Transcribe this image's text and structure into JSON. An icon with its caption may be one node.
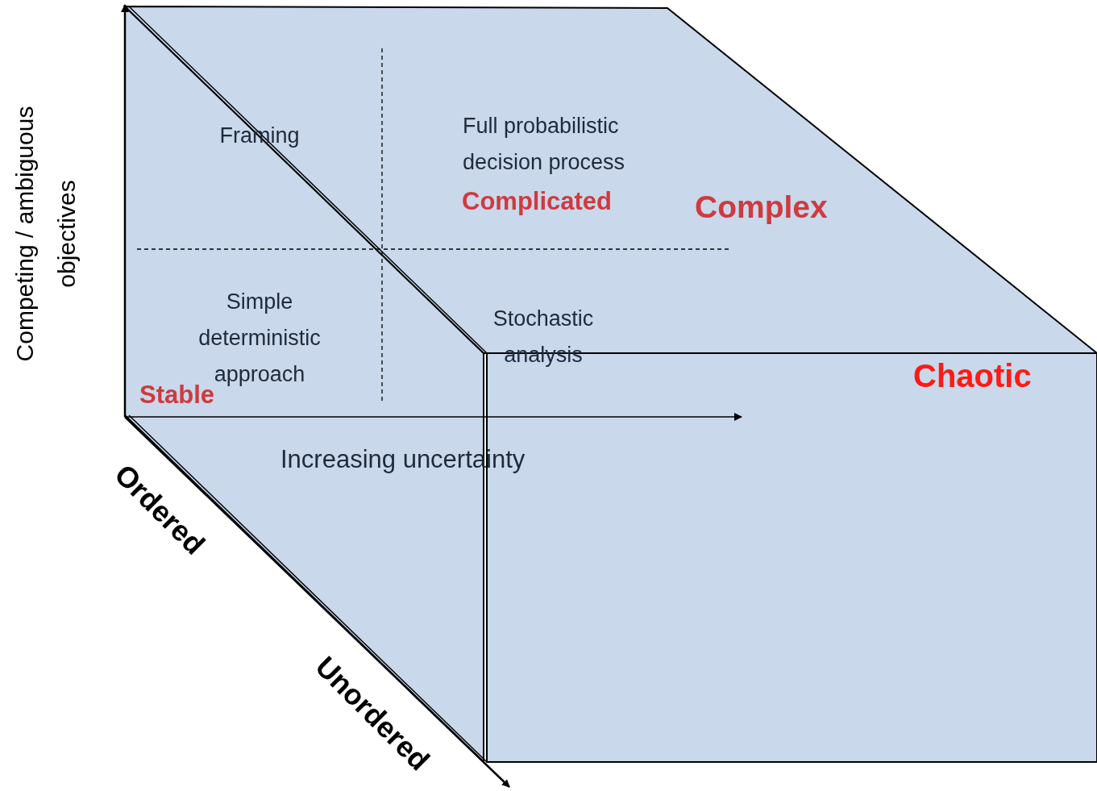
{
  "diagram": {
    "labels": [
      "Competing / ambiguous objectives",
      "Framing",
      "Full probabilistic decision process",
      "Complicated",
      "Complex",
      "Simple deterministic approach",
      "Stochastic analysis",
      "Chaotic",
      "Stable",
      "Increasing uncertainty",
      "Ordered",
      "Unordered"
    ]
  }
}
